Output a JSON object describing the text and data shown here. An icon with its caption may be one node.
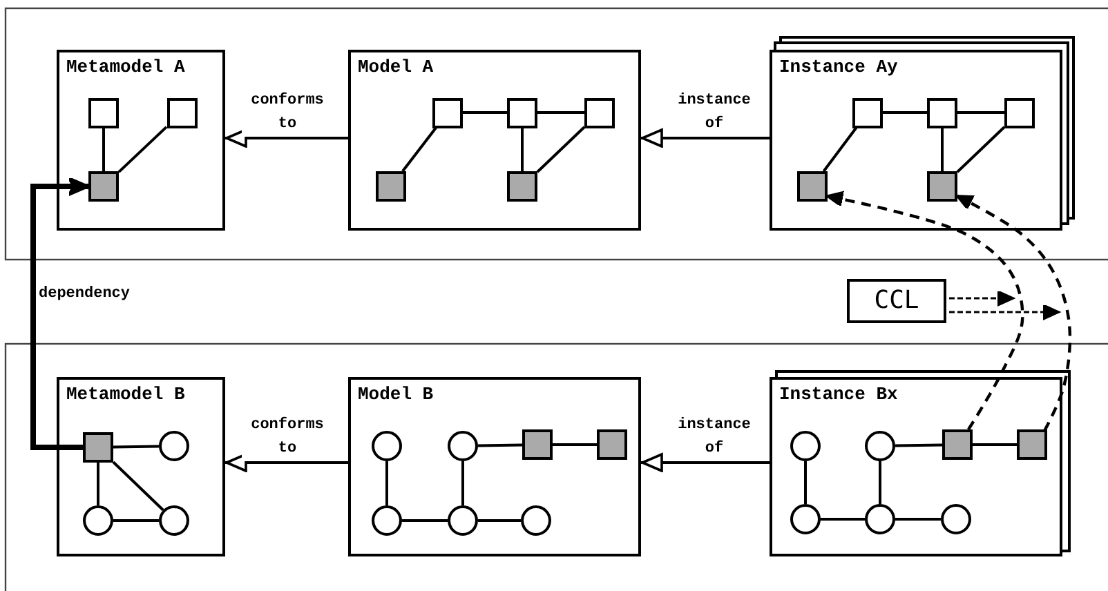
{
  "diagram": {
    "nodes": [
      {
        "text": [
          "Metamodel A"
        ]
      },
      {
        "text": [],
        "shape": "box",
        "in": 0
      },
      {
        "text": [],
        "shape": "box",
        "in": 0
      },
      {
        "text": [],
        "shape": "box",
        "in": 0
      },
      {
        "text": [
          "Model A"
        ]
      },
      {
        "text": [],
        "shape": "box",
        "in": 4
      },
      {
        "text": [],
        "shape": "box",
        "in": 4
      },
      {
        "text": [],
        "shape": "box",
        "in": 4
      },
      {
        "text": [],
        "shape": "box",
        "in": 4
      },
      {
        "text": [],
        "shape": "box",
        "in": 4
      },
      {
        "text": [
          "Instance Ay"
        ]
      },
      {
        "text": [],
        "shape": "box",
        "in": 10
      },
      {
        "text": [],
        "shape": "box",
        "in": 10
      },
      {
        "text": [],
        "shape": "box",
        "in": 10
      },
      {
        "text": [],
        "shape": "box",
        "in": 10
      },
      {
        "text": [],
        "shape": "box",
        "in": 10
      },
      {
        "text": [
          "CCL"
        ]
      },
      {
        "text": [
          "Metamodel B"
        ]
      },
      {
        "text": [],
        "shape": "box",
        "in": 17
      },
      {
        "text": [],
        "shape": "circle",
        "in": 17
      },
      {
        "text": [],
        "shape": "circle",
        "in": 17
      },
      {
        "text": [],
        "shape": "circle",
        "in": 17
      },
      {
        "text": [
          "Model B"
        ]
      },
      {
        "text": [],
        "shape": "circle",
        "in": 22
      },
      {
        "text": [],
        "shape": "circle",
        "in": 22
      },
      {
        "text": [],
        "shape": "box",
        "in": 22
      },
      {
        "text": [],
        "shape": "box",
        "in": 22
      },
      {
        "text": [],
        "shape": "circle",
        "in": 22
      },
      {
        "text": [],
        "shape": "circle",
        "in": 22
      },
      {
        "text": [],
        "shape": "circle",
        "in": 22
      },
      {
        "text": [
          "Instance Bx"
        ]
      },
      {
        "text": [],
        "shape": "circle",
        "in": 30
      },
      {
        "text": [],
        "shape": "circle",
        "in": 30
      },
      {
        "text": [],
        "shape": "box",
        "in": 30
      },
      {
        "text": [],
        "shape": "box",
        "in": 30
      },
      {
        "text": [],
        "shape": "circle",
        "in": 30
      },
      {
        "text": [],
        "shape": "circle",
        "in": 30
      },
      {
        "text": [],
        "shape": "circle",
        "in": 30
      }
    ],
    "edges": [
      {
        "from": 4,
        "to": 0,
        "arrow": "to",
        "label": "conforms to"
      },
      {
        "from": 10,
        "to": 4,
        "arrow": "to",
        "label": "instance of"
      },
      {
        "from": 18,
        "to": 3,
        "arrow": "to",
        "label": "dependency",
        "style": "thick"
      },
      {
        "from": 16,
        "to": null,
        "arrow": "to",
        "style": "dashed"
      },
      {
        "from": 16,
        "to": null,
        "arrow": "to",
        "style": "dashed"
      },
      {
        "from": 33,
        "to": 14,
        "arrow": "to",
        "style": "dashed"
      },
      {
        "from": 34,
        "to": 15,
        "arrow": "to",
        "style": "dashed"
      },
      {
        "from": 22,
        "to": 17,
        "arrow": "to",
        "label": "conforms to"
      },
      {
        "from": 30,
        "to": 22,
        "arrow": "to",
        "label": "instance of"
      },
      {
        "from": 1,
        "to": 3,
        "arrow": "none"
      },
      {
        "from": 2,
        "to": 3,
        "arrow": "none"
      },
      {
        "from": 5,
        "to": 6,
        "arrow": "none"
      },
      {
        "from": 6,
        "to": 7,
        "arrow": "none"
      },
      {
        "from": 5,
        "to": 8,
        "arrow": "none"
      },
      {
        "from": 6,
        "to": 9,
        "arrow": "none"
      },
      {
        "from": 7,
        "to": 9,
        "arrow": "none"
      },
      {
        "from": 11,
        "to": 12,
        "arrow": "none"
      },
      {
        "from": 12,
        "to": 13,
        "arrow": "none"
      },
      {
        "from": 11,
        "to": 14,
        "arrow": "none"
      },
      {
        "from": 12,
        "to": 15,
        "arrow": "none"
      },
      {
        "from": 13,
        "to": 15,
        "arrow": "none"
      },
      {
        "from": 18,
        "to": 19,
        "arrow": "none"
      },
      {
        "from": 18,
        "to": 20,
        "arrow": "none"
      },
      {
        "from": 18,
        "to": 21,
        "arrow": "none"
      },
      {
        "from": 20,
        "to": 21,
        "arrow": "none"
      },
      {
        "from": 23,
        "to": 27,
        "arrow": "none"
      },
      {
        "from": 24,
        "to": 25,
        "arrow": "none"
      },
      {
        "from": 25,
        "to": 26,
        "arrow": "none"
      },
      {
        "from": 24,
        "to": 28,
        "arrow": "none"
      },
      {
        "from": 27,
        "to": 28,
        "arrow": "none"
      },
      {
        "from": 28,
        "to": 29,
        "arrow": "none"
      },
      {
        "from": 31,
        "to": 35,
        "arrow": "none"
      },
      {
        "from": 32,
        "to": 33,
        "arrow": "none"
      },
      {
        "from": 33,
        "to": 34,
        "arrow": "none"
      },
      {
        "from": 32,
        "to": 36,
        "arrow": "none"
      },
      {
        "from": 35,
        "to": 36,
        "arrow": "none"
      },
      {
        "from": 36,
        "to": 37,
        "arrow": "none"
      }
    ]
  }
}
